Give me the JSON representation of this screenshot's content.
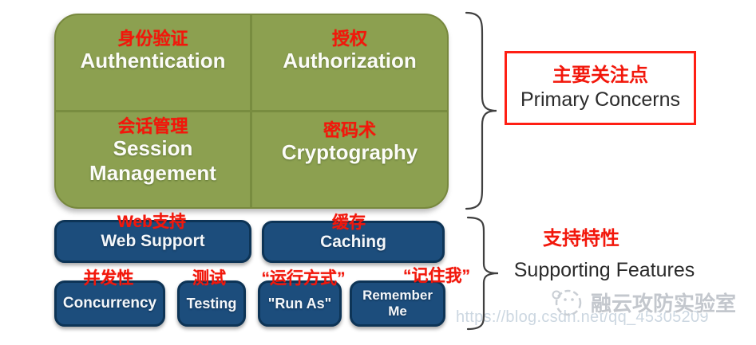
{
  "diagram": {
    "primary": {
      "cells": [
        {
          "zh": "身份验证",
          "en": "Authentication"
        },
        {
          "zh": "授权",
          "en": "Authorization"
        },
        {
          "zh": "会话管理",
          "en": "Session Management"
        },
        {
          "zh": "密码术",
          "en": "Cryptography"
        }
      ],
      "annotation": {
        "zh": "主要关注点",
        "en": "Primary Concerns"
      }
    },
    "supporting": {
      "row1": [
        {
          "zh": "Web支持",
          "en": "Web Support"
        },
        {
          "zh": "缓存",
          "en": "Caching"
        }
      ],
      "row2": [
        {
          "zh": "并发性",
          "en": "Concurrency"
        },
        {
          "zh": "测试",
          "en": "Testing"
        },
        {
          "zh": "“运行方式”",
          "en": "\"Run As\""
        },
        {
          "zh": "“记住我”",
          "en": "Remember Me"
        }
      ],
      "annotation": {
        "zh": "支持特性",
        "en": "Supporting Features"
      }
    },
    "watermark": {
      "logo_text": "融云攻防实验室",
      "url": "https://blog.csdn.net/qq_45305209"
    },
    "colors": {
      "primary_green": "#8CA050",
      "support_blue": "#1C4D7C",
      "label_red": "#F2170B",
      "annotation_border_red": "#FF1F14",
      "annotation_text": "#2B2B2B",
      "watermark_gray": "#C3C7CD"
    }
  }
}
